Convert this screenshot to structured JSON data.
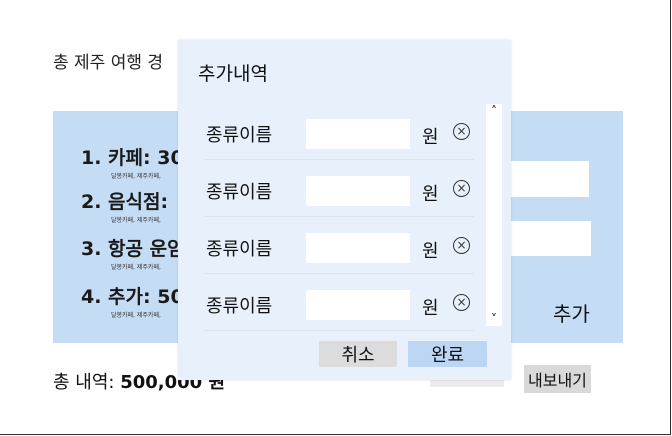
{
  "background": {
    "title": "총 제주 여행 경",
    "items": [
      {
        "label": "1. 카페: 30",
        "sub": "달봉카페, 제주카페,"
      },
      {
        "label": "2. 음식점: ",
        "sub": "달봉카페, 제주카페,"
      },
      {
        "label": "3. 항공 운임",
        "sub": "달봉카페, 제주카페,"
      },
      {
        "label": "4. 추가: 50",
        "sub": "달봉카페, 제주카페,"
      }
    ],
    "add_label": "추가",
    "total_prefix": "총 내역: ",
    "total_value": "500,000 원",
    "export_label": "내보내기"
  },
  "modal": {
    "title": "추가내역",
    "rows": [
      {
        "label": "종류이름",
        "value": "",
        "unit": "원"
      },
      {
        "label": "종류이름",
        "value": "",
        "unit": "원"
      },
      {
        "label": "종류이름",
        "value": "",
        "unit": "원"
      },
      {
        "label": "종류이름",
        "value": "",
        "unit": "원"
      }
    ],
    "remove_glyph": "×",
    "scroll_up": "˄",
    "scroll_down": "˅",
    "cancel_label": "취소",
    "done_label": "완료"
  }
}
